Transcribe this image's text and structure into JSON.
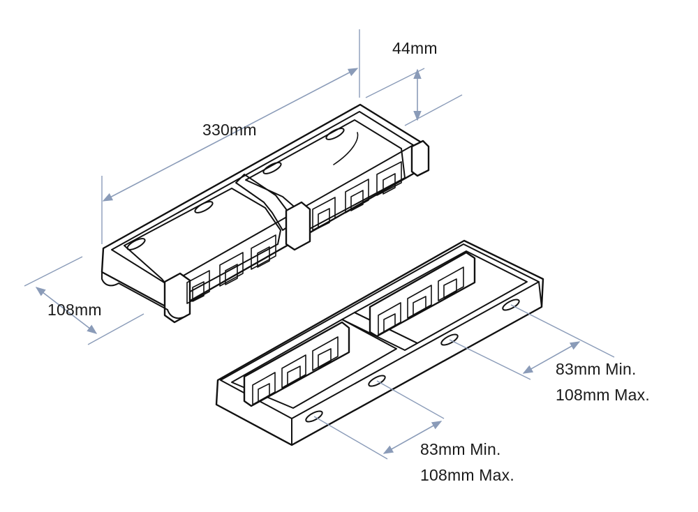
{
  "dimensions": {
    "length": "330mm",
    "height": "44mm",
    "depth": "108mm",
    "spacing_lower_min": "83mm Min.",
    "spacing_lower_max": "108mm Max.",
    "spacing_upper_min": "83mm Min.",
    "spacing_upper_max": "108mm Max."
  },
  "colors": {
    "dimension_line": "#8a9bb8",
    "drawing_line": "#111111",
    "background": "#ffffff"
  }
}
